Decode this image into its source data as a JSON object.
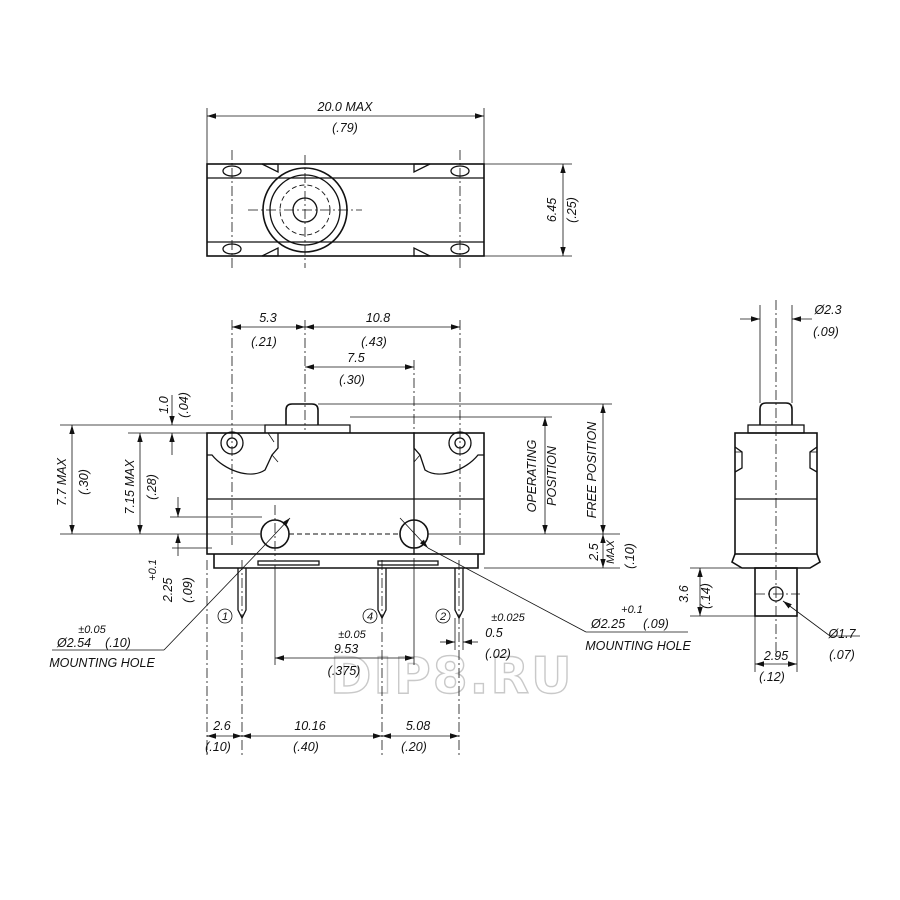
{
  "watermark": "DIP8.RU",
  "top_view": {
    "width": "20.0 MAX",
    "width_in": "(.79)",
    "height": "6.45",
    "height_in": "(.25)"
  },
  "front_view": {
    "d_5_3": "5.3",
    "d_5_3_in": "(.21)",
    "d_10_8": "10.8",
    "d_10_8_in": "(.43)",
    "d_7_5": "7.5",
    "d_7_5_in": "(.30)",
    "d_1_0": "1.0",
    "d_1_0_in": "(.04)",
    "d_7_7": "7.7 MAX",
    "d_7_7_in": "(.30)",
    "d_7_15": "7.15 MAX",
    "d_7_15_in": "(.28)",
    "operating_position_1": "OPERATING",
    "operating_position_2": "POSITION",
    "free_position": "FREE POSITION",
    "d_2_5": "2.5",
    "d_2_5_max": "MAX",
    "d_2_5_in": "(.10)",
    "d_2_25_tol": "+0.1",
    "d_2_25": "2.25",
    "d_2_25_in": "(.09)",
    "left_hole_tol": "±0.05",
    "left_hole_dia": "Ø2.54",
    "left_hole_dia_in": "(.10)",
    "left_hole_label": "MOUNTING HOLE",
    "right_hole_tol": "+0.1",
    "right_hole_dia": "Ø2.25",
    "right_hole_dia_in": "(.09)",
    "right_hole_label": "MOUNTING HOLE",
    "pin_1": "1",
    "pin_4": "4",
    "pin_2": "2",
    "pin_w_tol": "±0.025",
    "pin_w": "0.5",
    "pin_w_in": "(.02)",
    "d_9_53_tol": "±0.05",
    "d_9_53": "9.53",
    "d_9_53_in": "(.375)",
    "d_2_6": "2.6",
    "d_2_6_in": "(.10)",
    "d_10_16": "10.16",
    "d_10_16_in": "(.40)",
    "d_5_08": "5.08",
    "d_5_08_in": "(.20)"
  },
  "side_view": {
    "plunger_dia": "Ø2.3",
    "plunger_dia_in": "(.09)",
    "d_3_6": "3.6",
    "d_3_6_in": "(.14)",
    "hole_dia": "Ø1.7",
    "hole_dia_in": "(.07)",
    "d_2_95": "2.95",
    "d_2_95_in": "(.12)"
  }
}
